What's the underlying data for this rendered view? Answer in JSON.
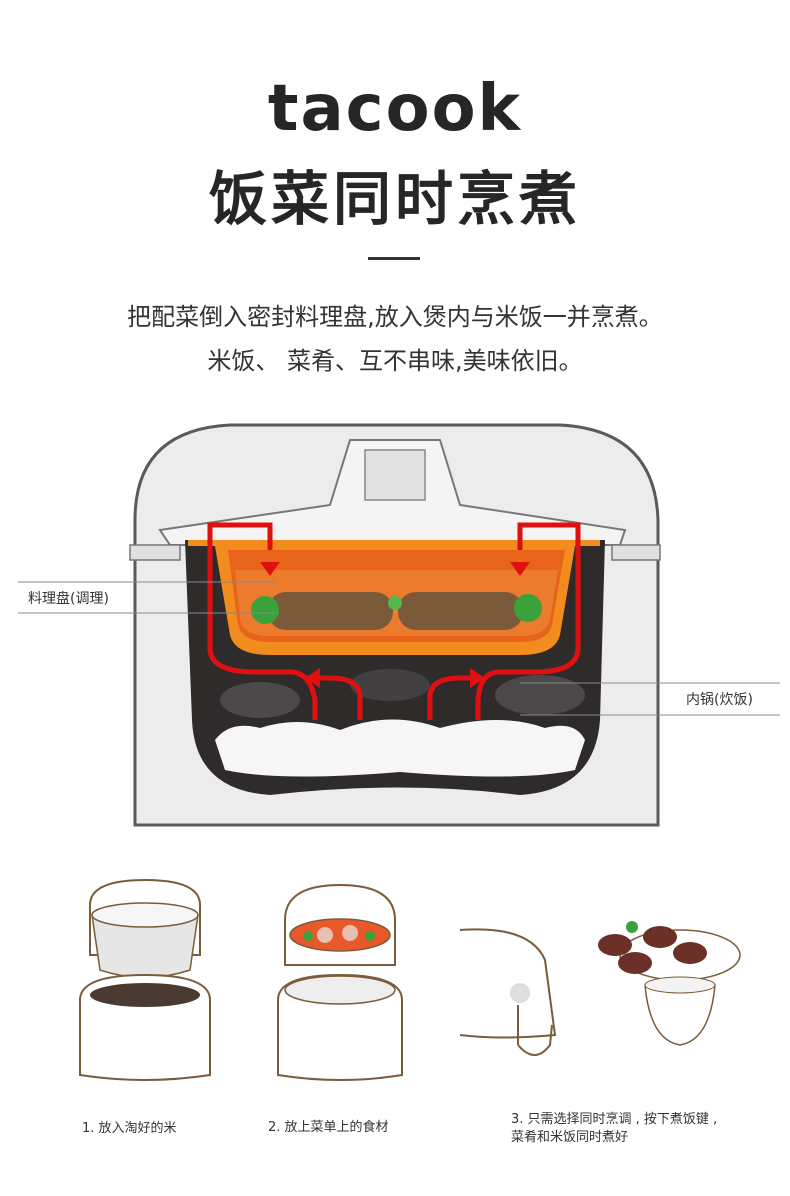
{
  "header": {
    "brand": "tacook",
    "title": "饭菜同时烹煮"
  },
  "description": {
    "line1": "把配菜倒入密封料理盘,放入煲内与米饭一并烹煮。",
    "line2": "米饭、 菜肴、互不串味,美味依旧。"
  },
  "diagram": {
    "label_tray": "料理盘(调理)",
    "label_pot": "内锅(炊饭)",
    "colors": {
      "arrow": "#e01010",
      "tray": "#f28c1e",
      "pot": "#2f2b2b",
      "body": "#e9e9e9"
    }
  },
  "steps": [
    {
      "caption": "1. 放入淘好的米"
    },
    {
      "caption": "2. 放上菜单上的食材"
    },
    {
      "caption_line1": "3. 只需选择同时烹调 , 按下煮饭键 ,",
      "caption_line2": "菜肴和米饭同时煮好"
    }
  ]
}
